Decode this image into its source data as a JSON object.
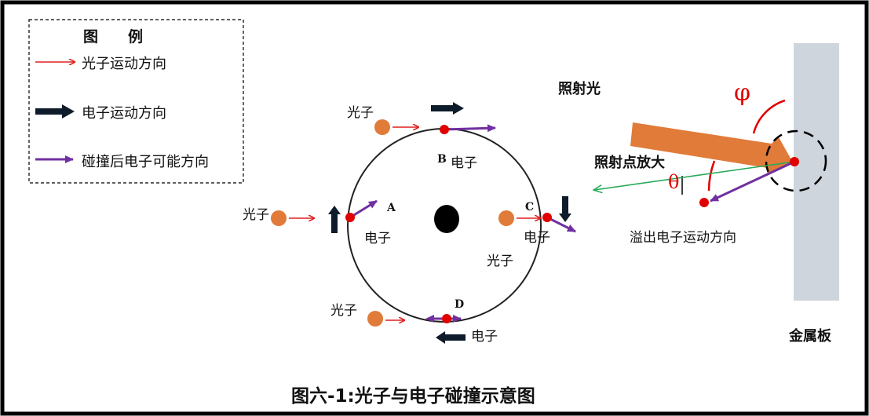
{
  "legend": {
    "title": "图　　例",
    "items": [
      {
        "label": "光子运动方向",
        "color": "#e02020"
      },
      {
        "label": "电子运动方向",
        "color": "#0d1b2a"
      },
      {
        "label": "碰撞后电子可能方向",
        "color": "#7030a0"
      }
    ]
  },
  "atom": {
    "points": [
      {
        "letter": "A",
        "electron_label": "电子",
        "photon_label": "光子"
      },
      {
        "letter": "B",
        "electron_label": "电子",
        "photon_label": "光子"
      },
      {
        "letter": "C",
        "electron_label": "电子",
        "photon_label": "光子"
      },
      {
        "letter": "D",
        "electron_label": "电子",
        "photon_label": "光子"
      }
    ]
  },
  "experiment": {
    "light_label": "照射光",
    "zoom_label": "照射点放大",
    "escape_label": "溢出电子运动方向",
    "plate_label": "金属板",
    "phi_symbol": "φ",
    "theta_symbol": "θ"
  },
  "caption": "图六-1:光子与电子碰撞示意图",
  "colors": {
    "photon": "#e07b39",
    "photon_arrow": "#e02020",
    "electron": "#e00000",
    "electron_arrow": "#0d1b2a",
    "scatter_arrow": "#7030a0",
    "beam": "#e07b39",
    "outgoing_green": "#2aaa5a",
    "plate": "#cfd5dc",
    "annotation_red": "#e00000"
  }
}
